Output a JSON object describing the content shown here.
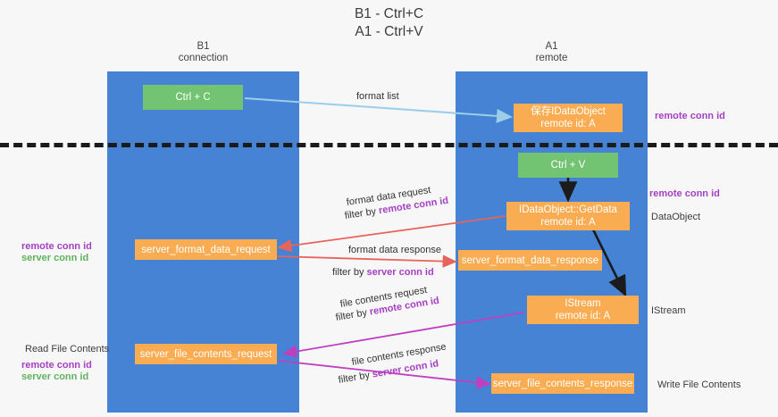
{
  "diagram": {
    "title": "B1 - Ctrl+C\nA1 - Ctrl+V",
    "colors": {
      "lane": "#4683d4",
      "green_node": "#72c472",
      "orange_node": "#f9ac52",
      "purple_text": "#a63fc4",
      "green_text": "#5fb35f",
      "arrow_blue": "#9ccdea",
      "arrow_red": "#e8645a",
      "arrow_magenta": "#c03fc0",
      "arrow_black": "#1b1b1b",
      "background": "#f7f7f7"
    },
    "lanes": [
      {
        "name": "b1",
        "header": "B1\nconnection"
      },
      {
        "name": "a1",
        "header": "A1\nremote"
      }
    ],
    "nodes": {
      "ctrl_c": "Ctrl + C",
      "save_idataobject": "保存IDataObject\nremote id: A",
      "ctrl_v": "Ctrl + V",
      "getdata": "IDataObject::GetData\nremote id: A",
      "server_format_data_request": "server_format_data_request",
      "server_format_data_response": "server_format_data_response",
      "istream": "IStream\nremote id: A",
      "server_file_contents_request": "server_file_contents_request",
      "server_file_contents_response": "server_file_contents_response"
    },
    "arrow_labels": {
      "format_list": "format list",
      "format_data_request": "format data request",
      "format_data_request_filter_pre": "filter by ",
      "format_data_request_filter_key": "remote conn id",
      "format_data_response": "format data response",
      "format_data_response_filter_pre": "filter by ",
      "format_data_response_filter_key": "server conn id",
      "file_contents_request": "file contents request",
      "file_contents_request_filter_pre": "filter by ",
      "file_contents_request_filter_key": "remote conn id",
      "file_contents_response": "file contents response",
      "file_contents_response_filter_pre": "filter by ",
      "file_contents_response_filter_key": "server conn id"
    },
    "side_labels": {
      "right_remote_conn_id_top": "remote conn id",
      "right_remote_conn_id_mid": "remote conn id",
      "right_dataobject": "DataObject",
      "right_istream": "IStream",
      "right_write_file_contents": "Write File Contents",
      "left_remote_conn_id": "remote conn id",
      "left_server_conn_id": "server conn id",
      "left_read_file_contents": "Read File Contents",
      "left_remote_conn_id_2": "remote conn id",
      "left_server_conn_id_2": "server conn id"
    }
  }
}
